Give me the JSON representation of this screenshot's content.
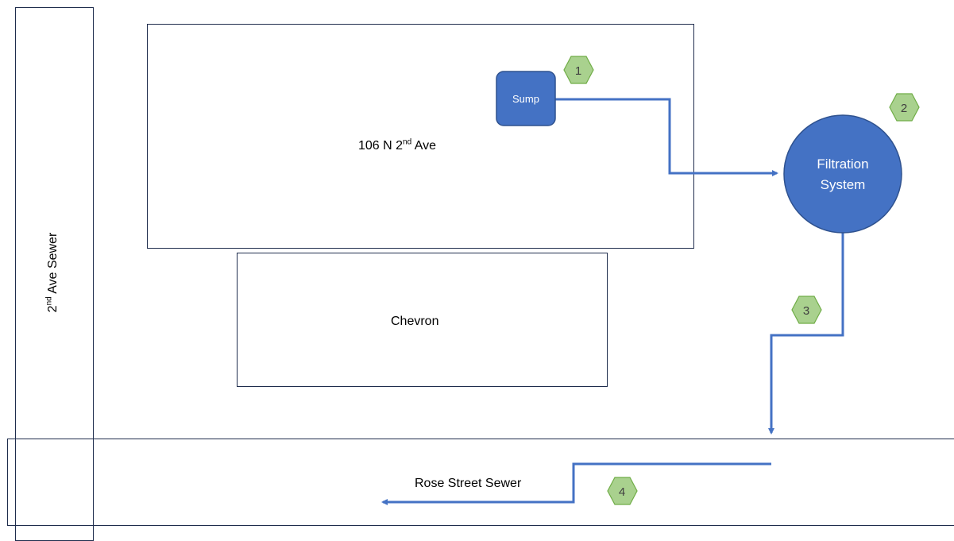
{
  "colors": {
    "outline": "#1f2d4d",
    "pipe": "#4472c4",
    "node_fill": "#4472c4",
    "node_border": "#2f528f",
    "marker_fill": "#a9d18e",
    "marker_border": "#70ad47"
  },
  "labels": {
    "building": {
      "prefix": "106 N 2",
      "sup": "nd",
      "suffix": " Ave"
    },
    "chevron": "Chevron",
    "second_ave_sewer": {
      "prefix": "2",
      "sup": "nd",
      "suffix": " Ave Sewer"
    },
    "rose_street_sewer": "Rose Street Sewer",
    "sump": "Sump",
    "filtration_line1": "Filtration",
    "filtration_line2": "System"
  },
  "markers": [
    "1",
    "2",
    "3",
    "4"
  ]
}
